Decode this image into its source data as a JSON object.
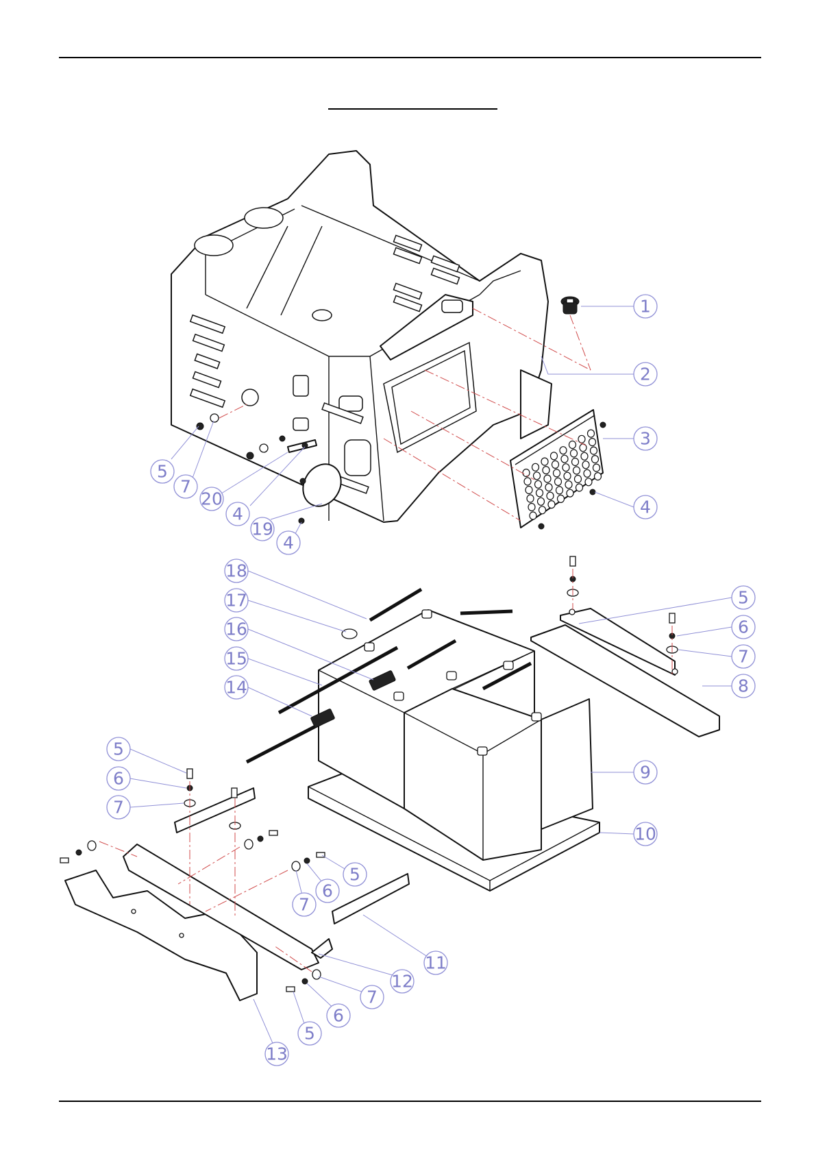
{
  "balloons": [
    "1",
    "2",
    "3",
    "4",
    "4",
    "4",
    "5",
    "7",
    "20",
    "19",
    "18",
    "17",
    "16",
    "15",
    "14",
    "5",
    "6",
    "7",
    "8",
    "9",
    "10",
    "5",
    "6",
    "7",
    "5",
    "6",
    "7",
    "11",
    "12",
    "7",
    "6",
    "5",
    "13"
  ],
  "colors": {
    "balloon": "#8f8fd6",
    "axis": "#d04a4a",
    "line": "#111111"
  }
}
